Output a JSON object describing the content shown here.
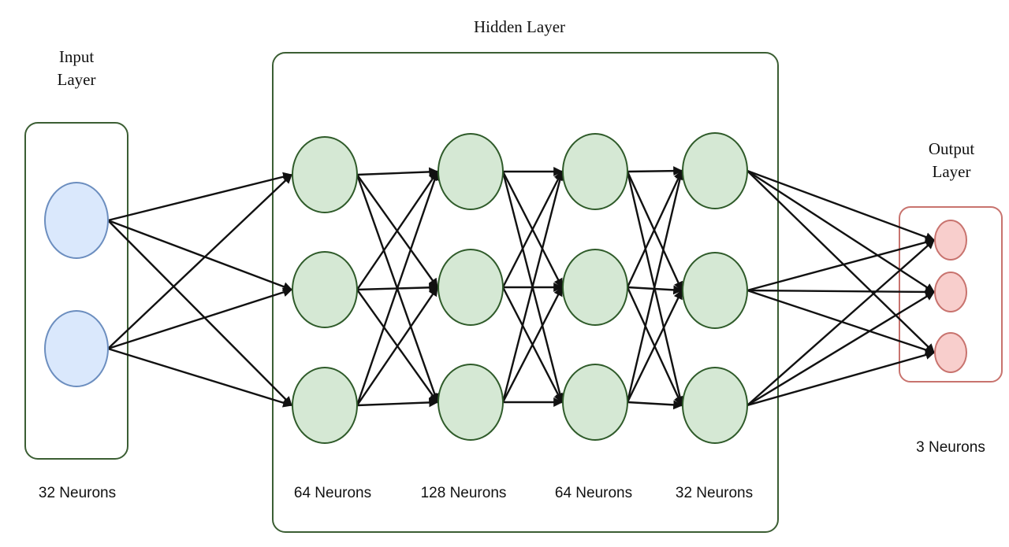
{
  "labels": {
    "input_title_1": "Input",
    "input_title_2": "Layer",
    "hidden_title": "Hidden Layer",
    "output_title_1": "Output",
    "output_title_2": "Layer",
    "input_neurons": "32 Neurons",
    "hidden1_neurons": "64 Neurons",
    "hidden2_neurons": "128 Neurons",
    "hidden3_neurons": "64 Neurons",
    "hidden4_neurons": "32 Neurons",
    "output_neurons": "3 Neurons"
  },
  "colors": {
    "input_fill": "#dae8fc",
    "input_stroke": "#6c8ebf",
    "hidden_fill": "#d5e8d4",
    "hidden_stroke": "#2f5b2a",
    "output_fill": "#f8cecc",
    "output_stroke": "#c8736e",
    "group_green": "#3b5e33",
    "group_red": "#c8736e"
  },
  "network": {
    "layers": [
      {
        "name": "input",
        "nodes": 2
      },
      {
        "name": "hidden-1",
        "nodes": 3
      },
      {
        "name": "hidden-2",
        "nodes": 3
      },
      {
        "name": "hidden-3",
        "nodes": 3
      },
      {
        "name": "hidden-4",
        "nodes": 3
      },
      {
        "name": "output",
        "nodes": 3
      }
    ],
    "connectivity": "fully-connected"
  }
}
